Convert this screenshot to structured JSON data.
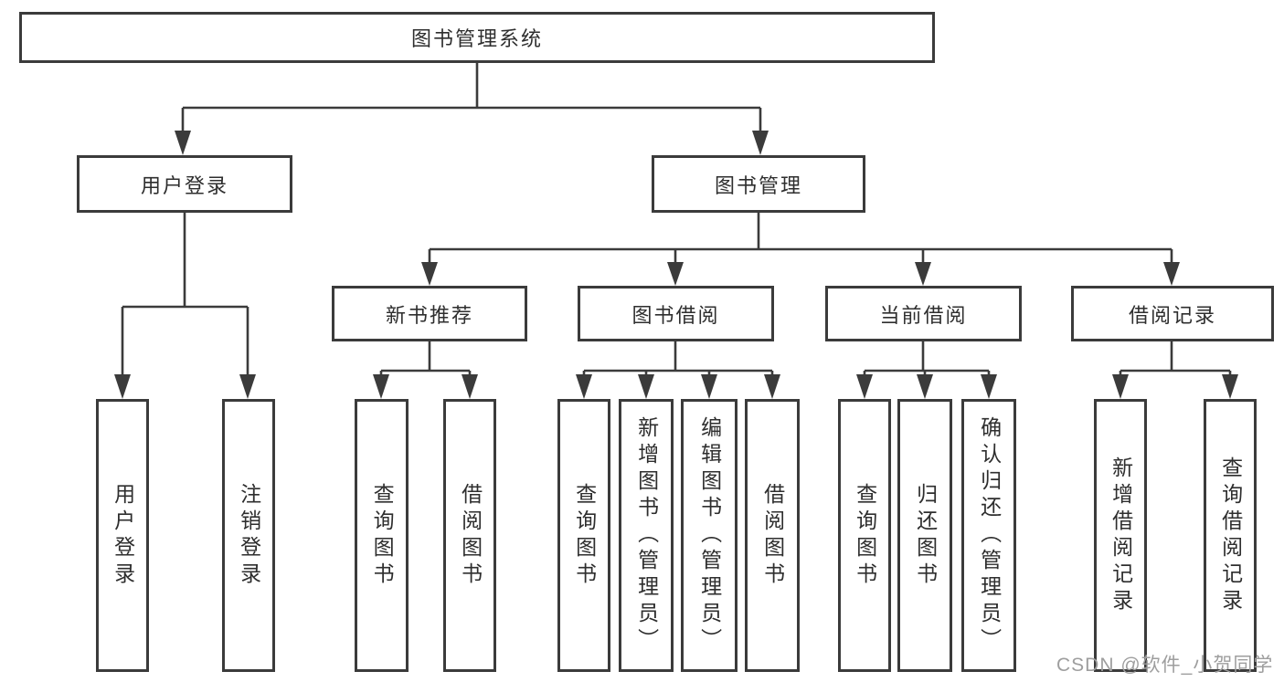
{
  "diagram": {
    "root": "图书管理系统",
    "children": [
      {
        "label": "用户登录",
        "children": [
          "用户登录",
          "注销登录"
        ]
      },
      {
        "label": "图书管理",
        "children": [
          {
            "label": "新书推荐",
            "children": [
              "查询图书",
              "借阅图书"
            ]
          },
          {
            "label": "图书借阅",
            "children": [
              "查询图书",
              "新增图书（管理员）",
              "编辑图书（管理员）",
              "借阅图书"
            ]
          },
          {
            "label": "当前借阅",
            "children": [
              "查询图书",
              "归还图书",
              "确认归还（管理员）"
            ]
          },
          {
            "label": "借阅记录",
            "children": [
              "新增借阅记录",
              "查询借阅记录"
            ]
          }
        ]
      }
    ]
  },
  "watermark": "CSDN @软件_小贺同学",
  "colors": {
    "line": "#3b3b3b",
    "text": "#2e2e2e",
    "watermark": "#9e9e9e",
    "bg": "#ffffff"
  }
}
